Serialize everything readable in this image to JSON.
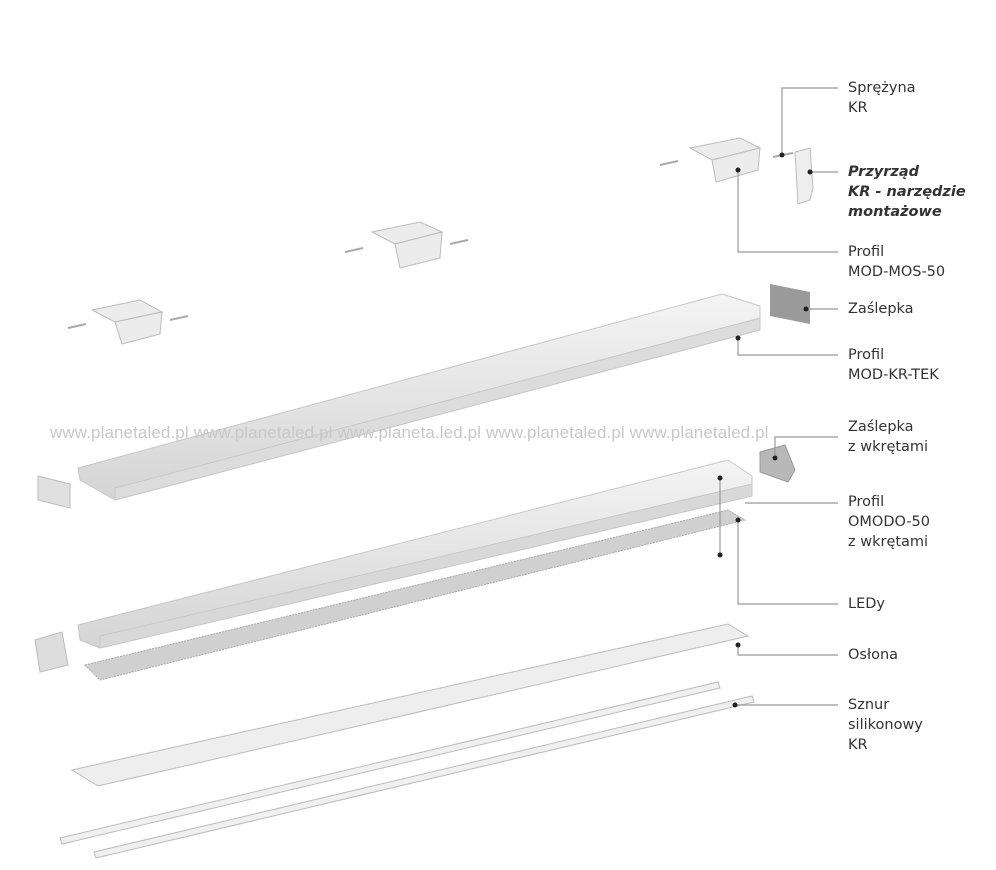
{
  "labels": {
    "spring": [
      "Sprężyna",
      "KR"
    ],
    "tool": [
      "Przyrząd",
      "KR - narzędzie",
      "montażowe"
    ],
    "profile_mos": [
      "Profil",
      "MOD-MOS-50"
    ],
    "end_cap": [
      "Zaślepka"
    ],
    "profile_kr_tek": [
      "Profil",
      "MOD-KR-TEK"
    ],
    "end_cap_screws": [
      "Zaślepka",
      "z wkrętami"
    ],
    "profile_omodo": [
      "Profil",
      "OMODO-50",
      "z wkrętami"
    ],
    "leds": [
      "LEDy"
    ],
    "cover": [
      "Osłona"
    ],
    "silicone_cord": [
      "Sznur",
      "silikonowy",
      "KR"
    ]
  },
  "watermark": [
    "www.planetaled.pl",
    "www.planetaled.pl",
    "www.planeta.led.pl",
    "www.planetaled.pl",
    "www.planetaled.pl"
  ],
  "colors": {
    "line": "#999999",
    "dot": "#222222",
    "part": "#e6e6e6",
    "part_dark": "#c4c4c4"
  }
}
